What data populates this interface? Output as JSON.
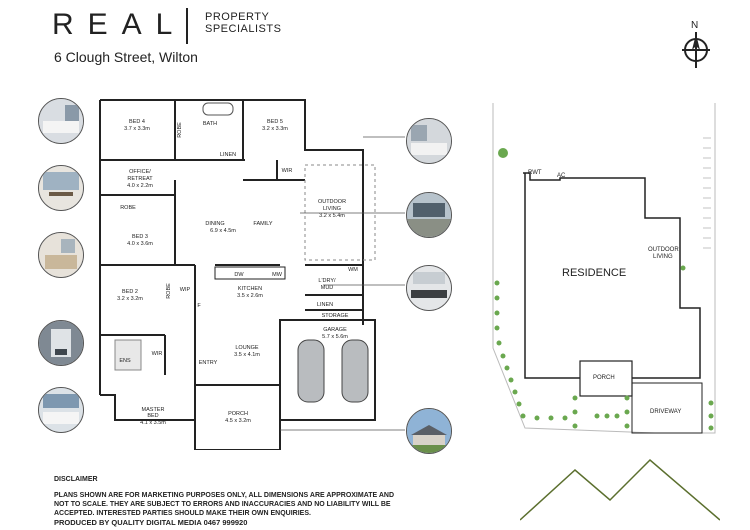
{
  "brand": {
    "name": "REAL",
    "sub1": "PROPERTY",
    "sub2": "SPECIALISTS"
  },
  "address": "6 Clough Street, Wilton",
  "compass": {
    "north": "N"
  },
  "rooms": {
    "bed4": {
      "name": "BED 4",
      "size": "3.7 x 3.3m"
    },
    "robe_bed4": "ROBE",
    "bath": "BATH",
    "bed5": {
      "name": "BED 5",
      "size": "3.2 x 3.3m"
    },
    "linen1": "LINEN",
    "wir1": "WIR",
    "office": {
      "name1": "OFFICE/",
      "name2": "RETREAT",
      "size": "4.0 x 2.2m"
    },
    "robe_bed3": "ROBE",
    "bed3": {
      "name": "BED 3",
      "size": "4.0 x 3.6m"
    },
    "dining": "DINING",
    "family": {
      "name": "FAMILY",
      "size": "6.9 x 4.5m"
    },
    "outdoor": {
      "name1": "OUTDOOR",
      "name2": "LIVING",
      "size": "3.2 x 5.4m"
    },
    "bed2": {
      "name": "BED 2",
      "size": "3.2 x 3.2m"
    },
    "wip": "WIP",
    "robe_bed2": "ROBE",
    "dw": "DW",
    "mw": "MW",
    "kitchen": {
      "name": "KITCHEN",
      "size": "3.5 x 2.6m"
    },
    "ldry": {
      "name1": "L'DRY/",
      "name2": "MUD"
    },
    "wm": "WM",
    "linen2": "LINEN",
    "storage": "STORAGE",
    "garage": {
      "name": "GARAGE",
      "size": "5.7 x 5.6m"
    },
    "f": "F",
    "ens": "ENS",
    "wir2": "WIR",
    "entry": "ENTRY",
    "lounge": {
      "name": "LOUNGE",
      "size": "3.5 x 4.1m"
    },
    "master": {
      "name1": "MASTER",
      "name2": "BED",
      "size": "4.1 x 3.5m"
    },
    "porch": {
      "name": "PORCH",
      "size": "4.5 x 3.2m"
    }
  },
  "site": {
    "rwt": "RWT",
    "ac": "AC",
    "residence": "RESIDENCE",
    "outdoor1": "OUTDOOR",
    "outdoor2": "LIVING",
    "porch": "PORCH",
    "driveway": "DRIVEWAY"
  },
  "disclaimer": {
    "title": "DISCLAIMER",
    "line1": "PLANS SHOWN ARE FOR MARKETING PURPOSES ONLY, ALL DIMENSIONS ARE APPROXIMATE AND",
    "line2": "NOT TO SCALE. THEY ARE SUBJECT TO ERRORS AND INACCURACIES AND NO LIABILITY WILL BE",
    "line3": "ACCEPTED. INTERESTED PARTIES SHOULD MAKE THEIR OWN ENQUIRIES.",
    "credit": "PRODUCED BY QUALITY DIGITAL MEDIA 0467 999920"
  },
  "colors": {
    "wall": "#222222",
    "hedge": "#6aa84f",
    "mountain": "#5b6f2e"
  }
}
